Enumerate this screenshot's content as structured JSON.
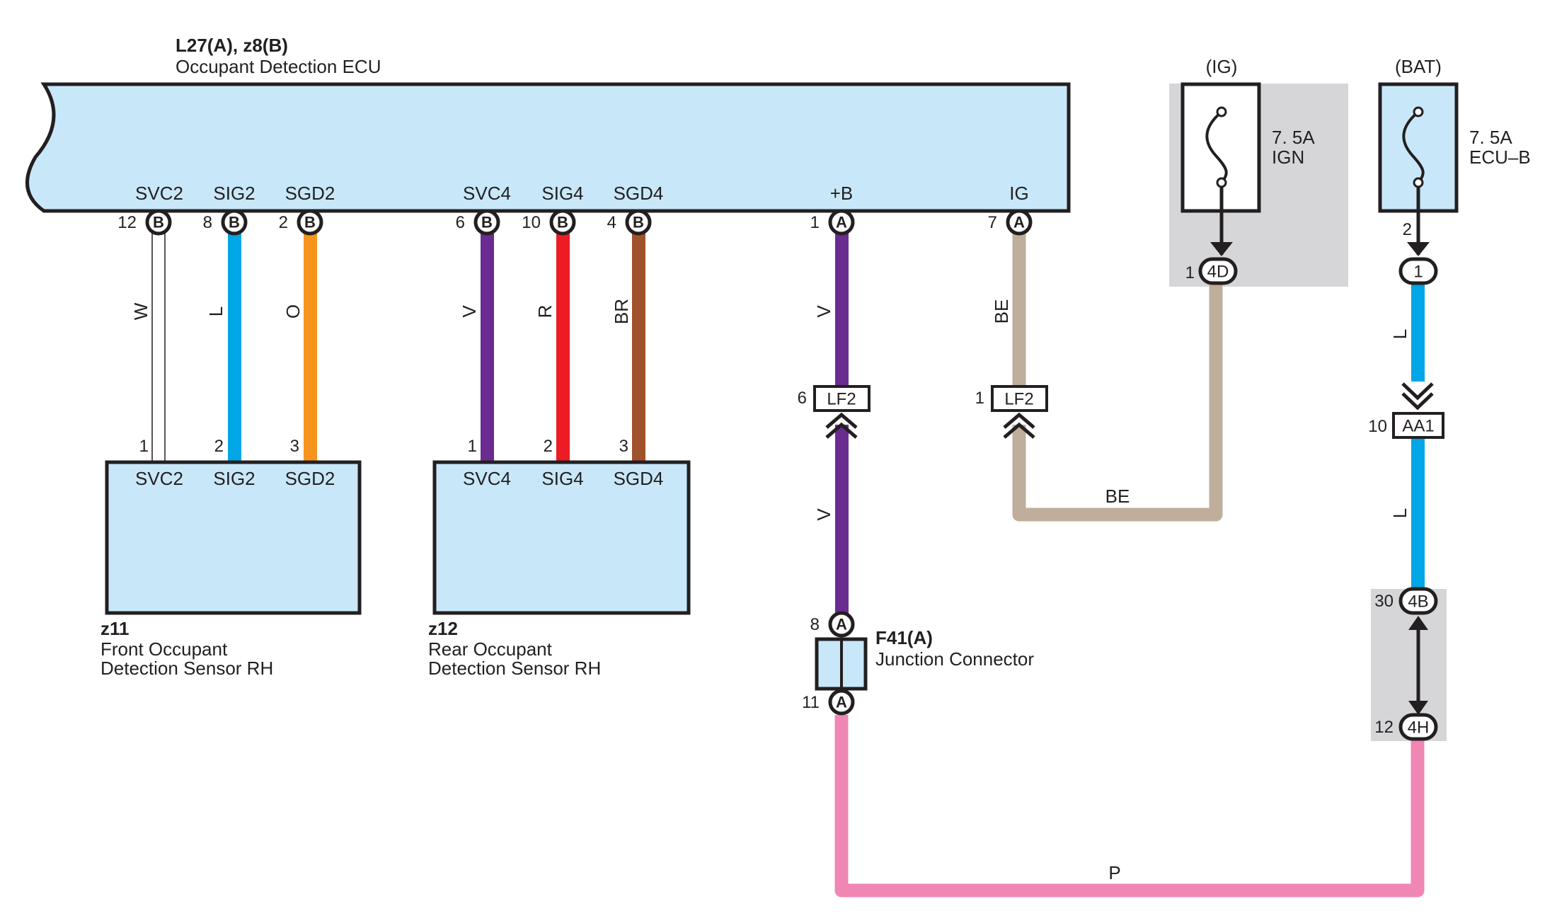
{
  "colors": {
    "ecu_fill": "#c8e8fa",
    "shade": "#d6d6d8",
    "W": "#ffffff",
    "L": "#00a6e6",
    "O": "#f7941d",
    "V": "#6b2c91",
    "R": "#ed1c24",
    "BR": "#a0522d",
    "BE": "#bfae9b",
    "P": "#ef86b4"
  },
  "ecu": {
    "title": "L27(A), z8(B)",
    "name": "Occupant Detection ECU",
    "pins": [
      {
        "label": "SVC2",
        "num": "12",
        "conn": "B"
      },
      {
        "label": "SIG2",
        "num": "8",
        "conn": "B"
      },
      {
        "label": "SGD2",
        "num": "2",
        "conn": "B"
      },
      {
        "label": "SVC4",
        "num": "6",
        "conn": "B"
      },
      {
        "label": "SIG4",
        "num": "10",
        "conn": "B"
      },
      {
        "label": "SGD4",
        "num": "4",
        "conn": "B"
      },
      {
        "label": "+B",
        "num": "1",
        "conn": "A"
      },
      {
        "label": "IG",
        "num": "7",
        "conn": "A"
      }
    ]
  },
  "sensor_front": {
    "code": "z11",
    "name_line1": "Front Occupant",
    "name_line2": "Detection Sensor RH",
    "pins": [
      {
        "label": "SVC2",
        "num": "1"
      },
      {
        "label": "SIG2",
        "num": "2"
      },
      {
        "label": "SGD2",
        "num": "3"
      }
    ]
  },
  "sensor_rear": {
    "code": "z12",
    "name_line1": "Rear Occupant",
    "name_line2": "Detection Sensor RH",
    "pins": [
      {
        "label": "SVC4",
        "num": "1"
      },
      {
        "label": "SIG4",
        "num": "2"
      },
      {
        "label": "SGD4",
        "num": "3"
      }
    ]
  },
  "wires": {
    "svc2": "W",
    "sig2": "L",
    "sgd2": "O",
    "svc4": "V",
    "sig4": "R",
    "sgd4": "BR",
    "plusb_upper": "V",
    "plusb_lower": "V",
    "ig_upper": "BE",
    "ig_bottom": "BE",
    "bat_upper": "L",
    "bat_middle": "L",
    "bottom": "P"
  },
  "fuse_ig": {
    "header": "(IG)",
    "rating": "7. 5A",
    "name": "IGN",
    "pin_num": "1",
    "pin_label": "4D"
  },
  "fuse_bat": {
    "header": "(BAT)",
    "rating": "7. 5A",
    "name": "ECU–B",
    "fuse_pin": "2",
    "pin_label": "1"
  },
  "connectors": {
    "lf2_plusb": {
      "label": "LF2",
      "num": "6"
    },
    "lf2_ig": {
      "label": "LF2",
      "num": "1"
    },
    "aa1": {
      "label": "AA1",
      "num": "10"
    },
    "jb_4b": {
      "label": "4B",
      "num": "30"
    },
    "jb_4h": {
      "label": "4H",
      "num": "12"
    }
  },
  "junction": {
    "code": "F41(A)",
    "name": "Junction Connector",
    "top_num": "8",
    "top_conn": "A",
    "bottom_num": "11",
    "bottom_conn": "A"
  }
}
